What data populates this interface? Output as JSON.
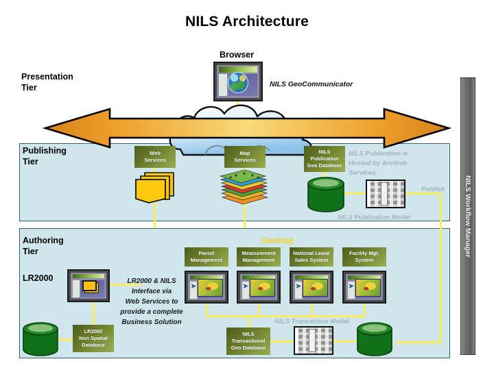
{
  "page": {
    "title": "NILS Architecture"
  },
  "colors": {
    "panel_fill": "#cfe7ec",
    "panel_border": "#3a5f6a",
    "service_box_green": "#6f7f2c",
    "wire_yellow": "#ffeb5c",
    "arrow_orange": "#e8941f",
    "arrow_center": "#f6cf6a",
    "annotation_gray": "#9fb5ba",
    "desktop_label_yellow": "#ffe84a",
    "database_green": "#1a7a1f",
    "document_yellow": "#ffc20e",
    "workflow_bar_gray": "#6e6e6e"
  },
  "presentation_tier": {
    "tier_label": "Presentation\nTier",
    "browser_label": "Browser",
    "browser_icon": "monitor-browser-icon",
    "globe_icon": "globe-icon",
    "app_label": "NILS GeoCommunicator",
    "cloud_icon": "cloud-icon"
  },
  "publishing_tier": {
    "tier_label": "Publishing\nTier",
    "boxes": [
      {
        "name": "web-services",
        "label": "Web\nServices"
      },
      {
        "name": "map-services",
        "label": "Map\nServices"
      },
      {
        "name": "nils-publication-geodatabase",
        "label": "NILS\nPublication\nGeo Database"
      }
    ],
    "icons": [
      {
        "name": "stacked-documents-icon"
      },
      {
        "name": "map-layers-icon"
      },
      {
        "name": "database-cylinder-icon"
      },
      {
        "name": "data-model-thumbnail-icon"
      }
    ],
    "annotations": {
      "arcweb_hosting": "NILS Publication is\nHosted by ArcWeb\nServices",
      "publish": "Publish",
      "publication_model": "NILS Publication Model"
    }
  },
  "authoring_tier": {
    "tier_label": "Authoring\nTier",
    "lr2000_label": "LR2000",
    "desktop_label": "Desktop",
    "desktop_apps": [
      {
        "name": "parcel-management",
        "label": "Parcel\nManagement"
      },
      {
        "name": "measurement-management",
        "label": "Measurement\nManagement"
      },
      {
        "name": "national-lease-sales-system",
        "label": "National Lease\nSales System"
      },
      {
        "name": "facility-mgt-system",
        "label": "Facility Mgt.\nSystem"
      }
    ],
    "databases": [
      {
        "name": "lr2000-non-spatial-database",
        "label": "LR2000\nNon Spatial\nDatabase"
      },
      {
        "name": "nils-transactional-geodatabase",
        "label": "NILS\nTransactional\nGeo Database"
      }
    ],
    "annotations": {
      "lr2000_bridge": "LR2000 & NILS\nInterface via\nWeb Services to\nprovide a complete\nBusiness Solution",
      "transaction_model": "NILS Transaction Model"
    }
  },
  "workflow_manager": {
    "label": "NILS Workflow Manager"
  },
  "arrow": {
    "name": "bidirectional-arrow",
    "description": "double-headed horizontal arrow"
  }
}
